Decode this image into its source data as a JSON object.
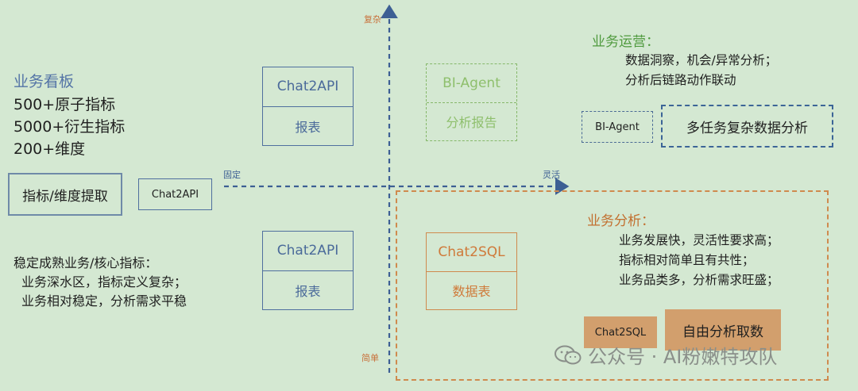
{
  "axes": {
    "top": "复杂",
    "bottom": "简单",
    "left": "固定",
    "right": "灵活"
  },
  "left_panel": {
    "title": "业务看板",
    "lines": [
      "500+原子指标",
      "5000+衍生指标",
      "200+维度"
    ],
    "extract_box": "指标/维度提取",
    "chat2api_small": "Chat2API",
    "stable_title": "稳定成熟业务/核心指标：",
    "stable_lines": [
      "业务深水区，指标定义复杂；",
      "业务相对稳定，分析需求平稳"
    ]
  },
  "center_top": {
    "top": "Chat2API",
    "bottom": "报表"
  },
  "center_bottom": {
    "top": "Chat2API",
    "bottom": "报表"
  },
  "bi_agent_center": {
    "top": "BI-Agent",
    "bottom": "分析报告"
  },
  "ops": {
    "title": "业务运营：",
    "lines": [
      "数据洞察，机会/异常分析；",
      "分析后链路动作联动"
    ],
    "bi_agent_small": "BI-Agent",
    "multi_task": "多任务复杂数据分析"
  },
  "chat2sql_center": {
    "top": "Chat2SQL",
    "bottom": "数据表"
  },
  "analysis": {
    "title": "业务分析：",
    "lines": [
      "业务发展快，灵活性要求高；",
      "指标相对简单且有共性；",
      "业务品类多，分析需求旺盛；"
    ],
    "chat2sql_small": "Chat2SQL",
    "free_analysis": "自由分析取数"
  },
  "watermark": "公众号 · AI粉嫩特攻队",
  "colors": {
    "background": "#d4e8d2",
    "axis": "#3d5f94",
    "blue": "#4f6f9e",
    "green": "#86b86a",
    "orange": "#cf8a4e",
    "filled": "#d29f6d"
  }
}
